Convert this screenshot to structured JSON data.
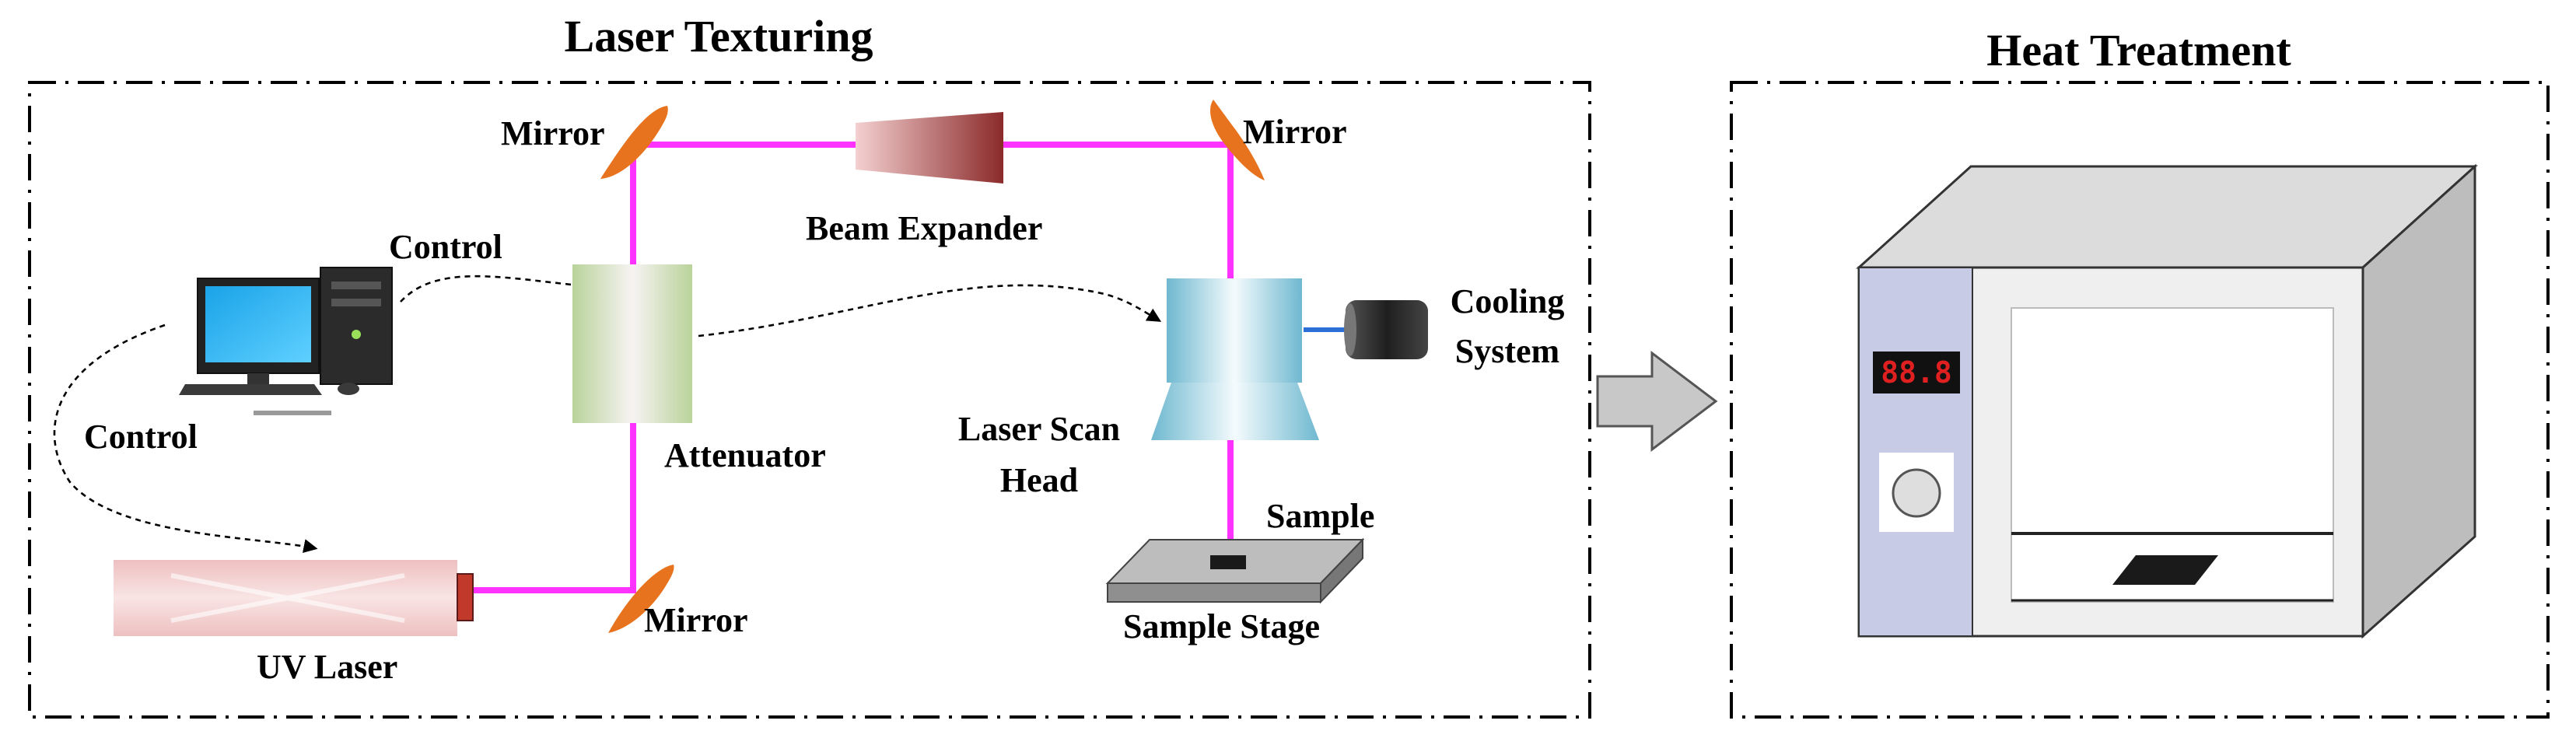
{
  "titles": {
    "laser_texturing": "Laser Texturing",
    "heat_treatment": "Heat Treatment"
  },
  "labels": {
    "mirror_top_left": "Mirror",
    "mirror_top_right": "Mirror",
    "mirror_bottom": "Mirror",
    "beam_expander": "Beam Expander",
    "control_top": "Control",
    "control_left": "Control",
    "attenuator": "Attenuator",
    "laser_scan_head_line1": "Laser Scan",
    "laser_scan_head_line2": "Head",
    "cooling_system_line1": "Cooling",
    "cooling_system_line2": "System",
    "sample": "Sample",
    "sample_stage": "Sample Stage",
    "uv_laser": "UV Laser"
  },
  "oven": {
    "display_value": "88.8"
  },
  "colors": {
    "laser_beam": "#ff33ff",
    "mirror": "#e8731e",
    "attenuator": "#b9d39a",
    "uv_laser_body": "#f0b8b8",
    "uv_laser_aperture": "#c0392b",
    "scan_head": "#7fc3d8",
    "beam_expander": "#8b2a2a",
    "oven_panel": "#c7cbe6",
    "oven_display": "#e02020",
    "cooling_link": "#2c6fd6",
    "arrow": "#c8c8c8"
  }
}
